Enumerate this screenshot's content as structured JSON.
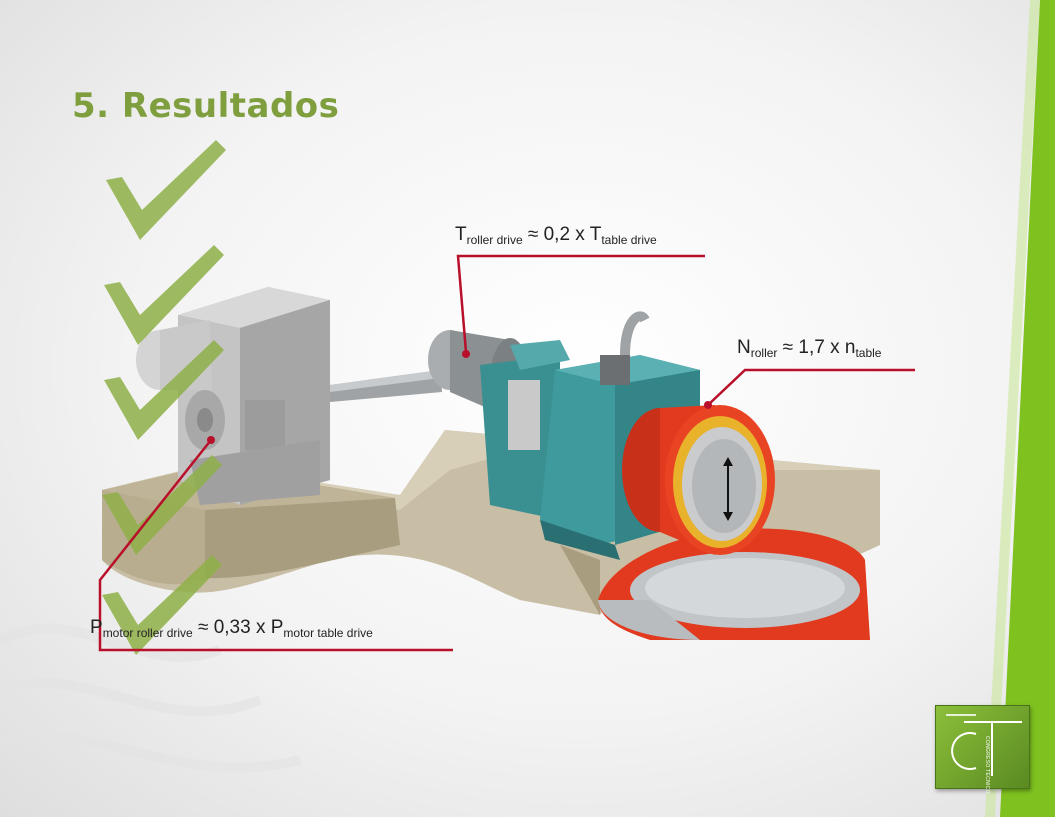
{
  "slide": {
    "title": "5. Resultados"
  },
  "annotations": {
    "torque": {
      "sym": "T",
      "sub1": "roller drive",
      "approx": " ≈ 0,2 x T",
      "sub2": "table drive"
    },
    "speed": {
      "sym": "N",
      "sub1": "roller",
      "approx": " ≈  1,7 x n",
      "sub2": "table"
    },
    "power": {
      "sym": "P",
      "sub1": "motor roller drive",
      "approx": " ≈ 0,33 x P",
      "sub2": "motor table drive"
    }
  },
  "logo": {
    "text": "CONGRESO TÉCNICO",
    "letters": "CT"
  },
  "colors": {
    "title_green": "#7f9f3f",
    "accent_stripe": "#7fc21f",
    "leader_line": "#b8102a",
    "teal_gearbox": "#3a8f91",
    "roller_red": "#e23a1e",
    "motor_grey": "#b9b9b9",
    "foundation_tan": "#c5bca6"
  }
}
